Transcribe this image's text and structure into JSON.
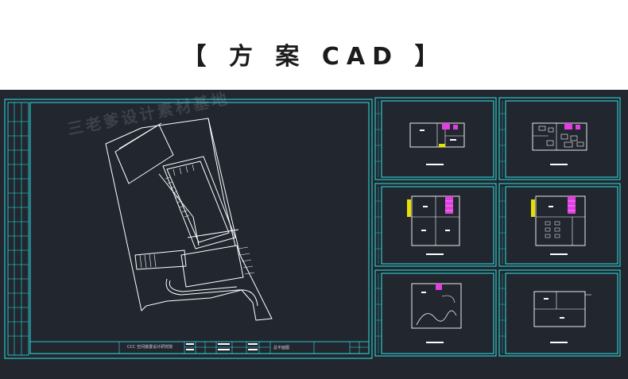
{
  "header": {
    "title": "【 方 案 CAD 】"
  },
  "watermark": {
    "text": "三老爹设计素材基地"
  },
  "drawing": {
    "line_color": "#ffffff",
    "frame_color": "#2ee6e6",
    "highlight_magenta": "#e040e0",
    "highlight_yellow": "#e8e000",
    "background_color": "#21262f"
  },
  "title_block": {
    "project_label": "CCC 空间装置设计研究院",
    "drawing_label": "总平面图"
  }
}
